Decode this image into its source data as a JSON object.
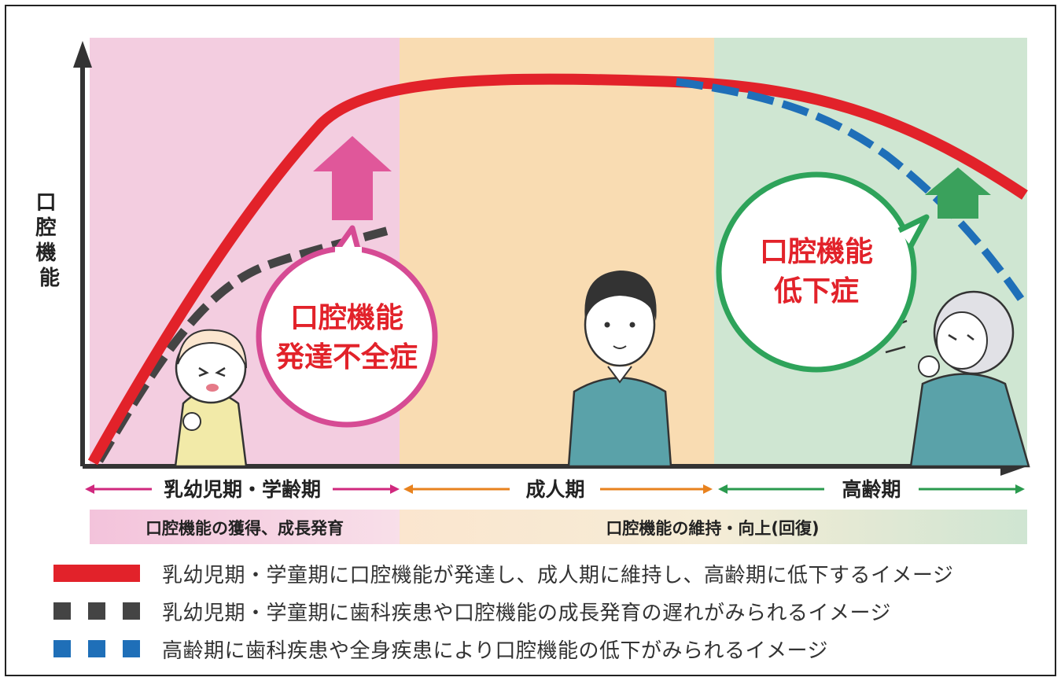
{
  "axis": {
    "y_label": "口腔機能"
  },
  "stages": [
    {
      "label": "乳幼児期・学齢期",
      "color": "#d0287e",
      "bg": "#f3cde0"
    },
    {
      "label": "成人期",
      "color": "#e8821e",
      "bg": "#f9dcb2"
    },
    {
      "label": "高齢期",
      "color": "#2a9a4e",
      "bg": "#cfe6d2"
    }
  ],
  "bands": [
    {
      "label": "口腔機能の獲得、成長発育"
    },
    {
      "label": "口腔機能の維持・向上(回復)"
    }
  ],
  "callouts": {
    "child": {
      "line1": "口腔機能",
      "line2": "発達不全症",
      "color": "#e2222a",
      "ring": "#d64b94"
    },
    "elder": {
      "line1": "口腔機能",
      "line2": "低下症",
      "color": "#e2222a",
      "ring": "#2ea35a"
    }
  },
  "legend": [
    {
      "style": "solid",
      "color": "#e2222a",
      "text": "乳幼児期・学童期に口腔機能が発達し、成人期に維持し、高齢期に低下するイメージ"
    },
    {
      "style": "dashed",
      "color": "#444444",
      "text": "乳幼児期・学童期に歯科疾患や口腔機能の成長発育の遅れがみられるイメージ"
    },
    {
      "style": "dashed",
      "color": "#1f6fb8",
      "text": "高齢期に歯科疾患や全身疾患により口腔機能の低下がみられるイメージ"
    }
  ]
}
